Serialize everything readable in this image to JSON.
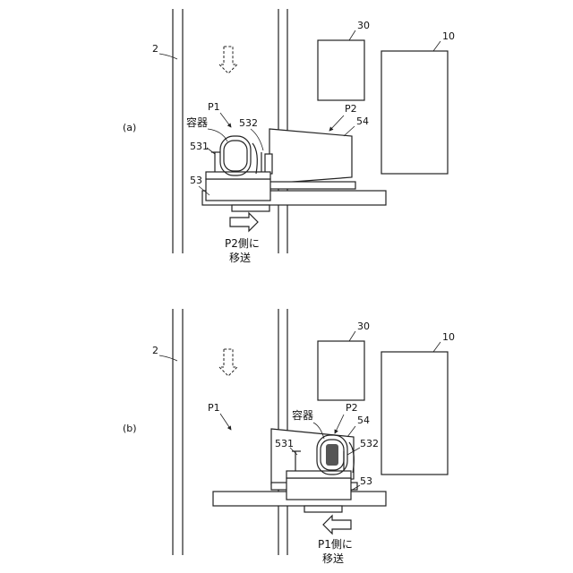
{
  "panel_a": {
    "label": "(a)",
    "num_2": "2",
    "num_30": "30",
    "num_10": "10",
    "p1": "P1",
    "p2": "P2",
    "container": "容器",
    "n532": "532",
    "n531": "531",
    "n54": "54",
    "n53": "53",
    "move_line1": "P2側に",
    "move_line2": "移送"
  },
  "panel_b": {
    "label": "(b)",
    "num_2": "2",
    "num_30": "30",
    "num_10": "10",
    "p1": "P1",
    "p2": "P2",
    "container": "容器",
    "n54": "54",
    "n531": "531",
    "n532": "532",
    "n53": "53",
    "move_line1": "P1側に",
    "move_line2": "移送"
  }
}
